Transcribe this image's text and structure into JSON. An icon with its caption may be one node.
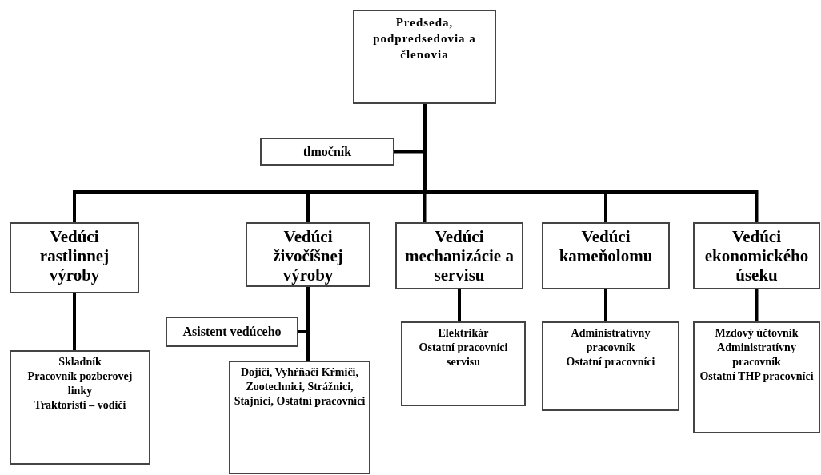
{
  "diagram": {
    "nodes": [
      {
        "text": [
          "Predseda, podpredsedovia a členovia"
        ]
      },
      {
        "text": [
          "tlmočník"
        ]
      },
      {
        "text": [
          "Vedúci rastlinnej výroby"
        ]
      },
      {
        "text": [
          "Vedúci živočíšnej výroby"
        ]
      },
      {
        "text": [
          "Vedúci mechanizácie a servisu"
        ]
      },
      {
        "text": [
          "Vedúci kameňolomu"
        ]
      },
      {
        "text": [
          "Vedúci ekonomického úseku"
        ]
      },
      {
        "text": [
          "Asistent vedúceho"
        ]
      },
      {
        "text": [
          "Skladník",
          "Pracovník pozberovej linky",
          "Traktoristi – vodiči"
        ]
      },
      {
        "text": [
          "Dojiči, Vyhŕňači Kŕmiči, Zootechnici, Strážnici, Stajníci, Ostatní pracovníci"
        ]
      },
      {
        "text": [
          "Elektrikár",
          "Ostatní pracovníci servisu"
        ]
      },
      {
        "text": [
          "Administratívny pracovník",
          "Ostatní pracovníci"
        ]
      },
      {
        "text": [
          "Mzdový účtovník",
          "Administratívny pracovník",
          "Ostatní THP pracovníci"
        ]
      }
    ],
    "edges": [
      {
        "from": 0,
        "to": 1,
        "arrow": "none"
      },
      {
        "from": 0,
        "to": 2,
        "arrow": "none"
      },
      {
        "from": 0,
        "to": 3,
        "arrow": "none"
      },
      {
        "from": 0,
        "to": 4,
        "arrow": "none"
      },
      {
        "from": 0,
        "to": 5,
        "arrow": "none"
      },
      {
        "from": 0,
        "to": 6,
        "arrow": "none"
      },
      {
        "from": 2,
        "to": 8,
        "arrow": "none"
      },
      {
        "from": 3,
        "to": 7,
        "arrow": "none"
      },
      {
        "from": 3,
        "to": 9,
        "arrow": "none"
      },
      {
        "from": 4,
        "to": 10,
        "arrow": "none"
      },
      {
        "from": 5,
        "to": 11,
        "arrow": "none"
      },
      {
        "from": 6,
        "to": 12,
        "arrow": "none"
      }
    ]
  }
}
